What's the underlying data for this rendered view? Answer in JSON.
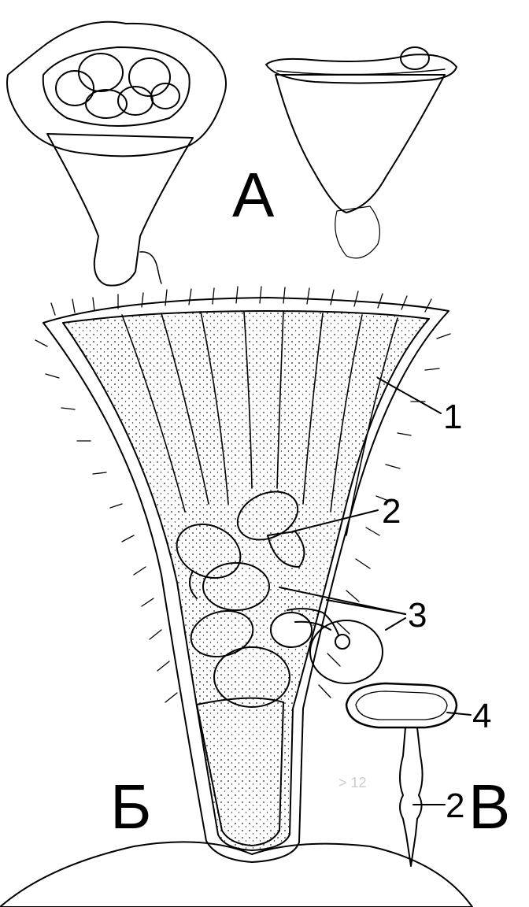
{
  "panels": {
    "a": "А",
    "b": "Б",
    "v": "В"
  },
  "callouts": {
    "n1": "1",
    "n2": "2",
    "n3": "3",
    "n4": "4",
    "n2_small": "2"
  },
  "scribble": "> 12",
  "colors": {
    "ink": "#000000",
    "paper": "#ffffff"
  }
}
